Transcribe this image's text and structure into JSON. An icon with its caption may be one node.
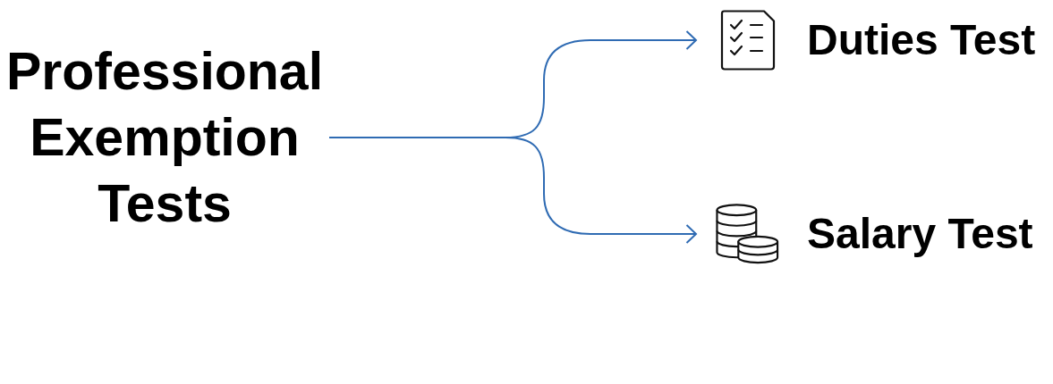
{
  "diagram": {
    "nodes": [
      {
        "text": [
          "Professional Exemption Tests"
        ]
      },
      {
        "text": [
          "Duties Test"
        ]
      },
      {
        "text": [
          "Salary Test"
        ]
      }
    ],
    "edges": [
      {
        "from": 0,
        "to": 1,
        "arrow": "to"
      },
      {
        "from": 0,
        "to": 2,
        "arrow": "to"
      }
    ]
  }
}
